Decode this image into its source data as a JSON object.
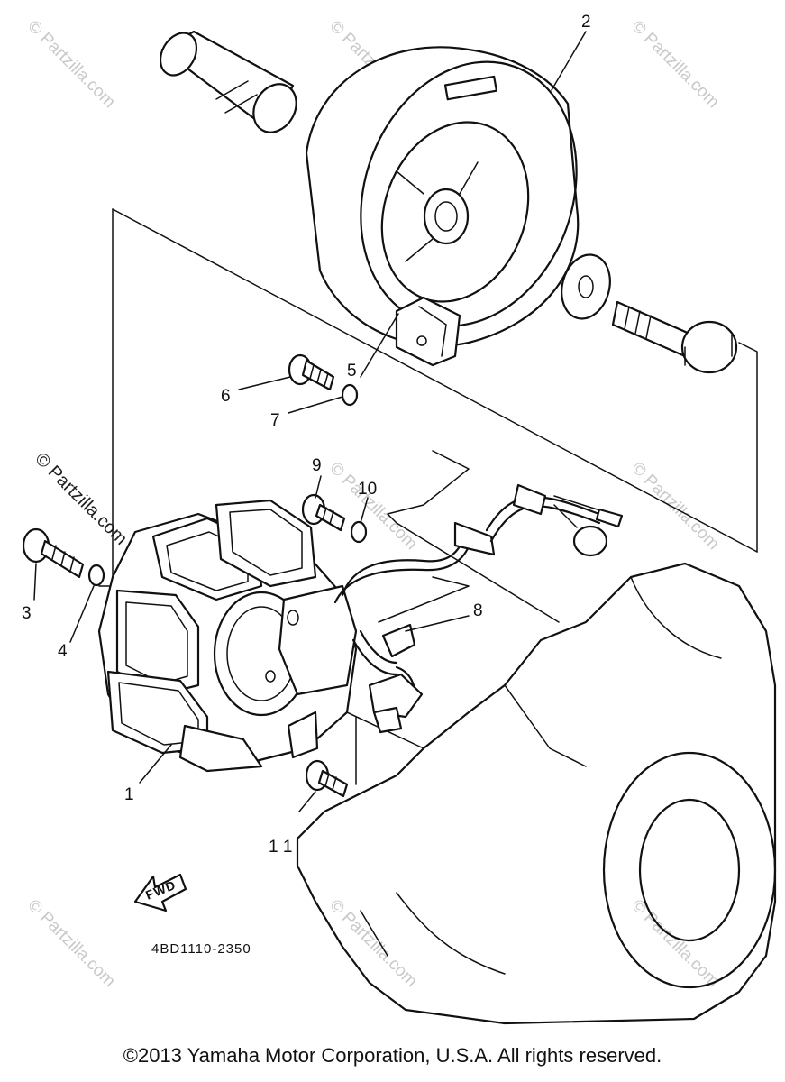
{
  "callouts": {
    "p1": "1",
    "p2": "2",
    "p3": "3",
    "p4": "4",
    "p5": "5",
    "p6": "6",
    "p7": "7",
    "p8": "8",
    "p9": "9",
    "p10": "10",
    "p11": "1 1"
  },
  "fwd_label": "FWD",
  "part_code": "4BD1110-2350",
  "watermark": "© Partzilla.com",
  "side_watermark": "© Partzilla.com",
  "copyright": "©2013 Yamaha Motor Corporation, U.S.A. All rights reserved."
}
